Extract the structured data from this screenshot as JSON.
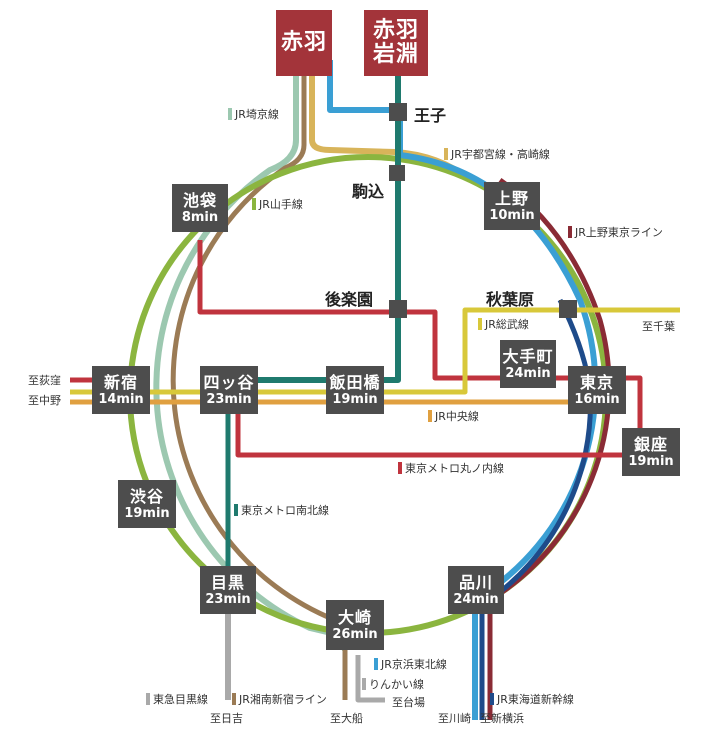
{
  "colors": {
    "saikyo": "#9cc8b0",
    "yamanote": "#8bb53f",
    "utsunomiya": "#d8b45a",
    "namboku": "#1f7a6e",
    "keihin": "#3a9fd4",
    "marunouchi": "#c0343e",
    "sobu": "#d8c83a",
    "chuo": "#e0a040",
    "tokaido_shinkansen": "#1e4b8a",
    "tokyu": "#a9a9a9",
    "shonan": "#9b7b55",
    "ueno_tokyo": "#8a2b35",
    "rinkai": "#a9a9a9"
  },
  "origin_stations": [
    {
      "key": "akabane",
      "name": "赤羽"
    },
    {
      "key": "akabane_iwabuchi",
      "name_line1": "赤羽",
      "name_line2": "岩淵"
    }
  ],
  "stations": {
    "ikebukuro": {
      "name": "池袋",
      "time": "8min"
    },
    "ueno": {
      "name": "上野",
      "time": "10min"
    },
    "shinjuku": {
      "name": "新宿",
      "time": "14min"
    },
    "yotsuya": {
      "name": "四ッ谷",
      "time": "23min"
    },
    "iidabashi": {
      "name": "飯田橋",
      "time": "19min"
    },
    "otemachi": {
      "name": "大手町",
      "time": "24min"
    },
    "tokyo": {
      "name": "東京",
      "time": "16min"
    },
    "ginza": {
      "name": "銀座",
      "time": "19min"
    },
    "shibuya": {
      "name": "渋谷",
      "time": "19min"
    },
    "meguro": {
      "name": "目黒",
      "time": "23min"
    },
    "osaki": {
      "name": "大崎",
      "time": "26min"
    },
    "shinagawa": {
      "name": "品川",
      "time": "24min"
    }
  },
  "transfer_stations": {
    "oji": "王子",
    "komagome": "駒込",
    "korakuen": "後楽園",
    "akihabara": "秋葉原"
  },
  "line_labels": {
    "saikyo": "JR埼京線",
    "utsunomiya": "JR宇都宮線・高崎線",
    "yamanote": "JR山手線",
    "ueno_tokyo": "JR上野東京ライン",
    "sobu": "JR総武線",
    "chuo": "JR中央線",
    "marunouchi": "東京メトロ丸ノ内線",
    "namboku": "東京メトロ南北線",
    "keihin": "JR京浜東北線",
    "rinkai": "りんかい線",
    "tokyu": "東急目黒線",
    "shonan": "JR湘南新宿ライン",
    "shinkansen": "JR東海道新幹線"
  },
  "directions": {
    "ogikubo": "至荻窪",
    "nakano": "至中野",
    "chiba": "至千葉",
    "hiyoshi": "至日吉",
    "ofuna": "至大船",
    "odaiba": "至台場",
    "kawasaki": "至川崎",
    "shin_yokohama": "至新横浜"
  }
}
